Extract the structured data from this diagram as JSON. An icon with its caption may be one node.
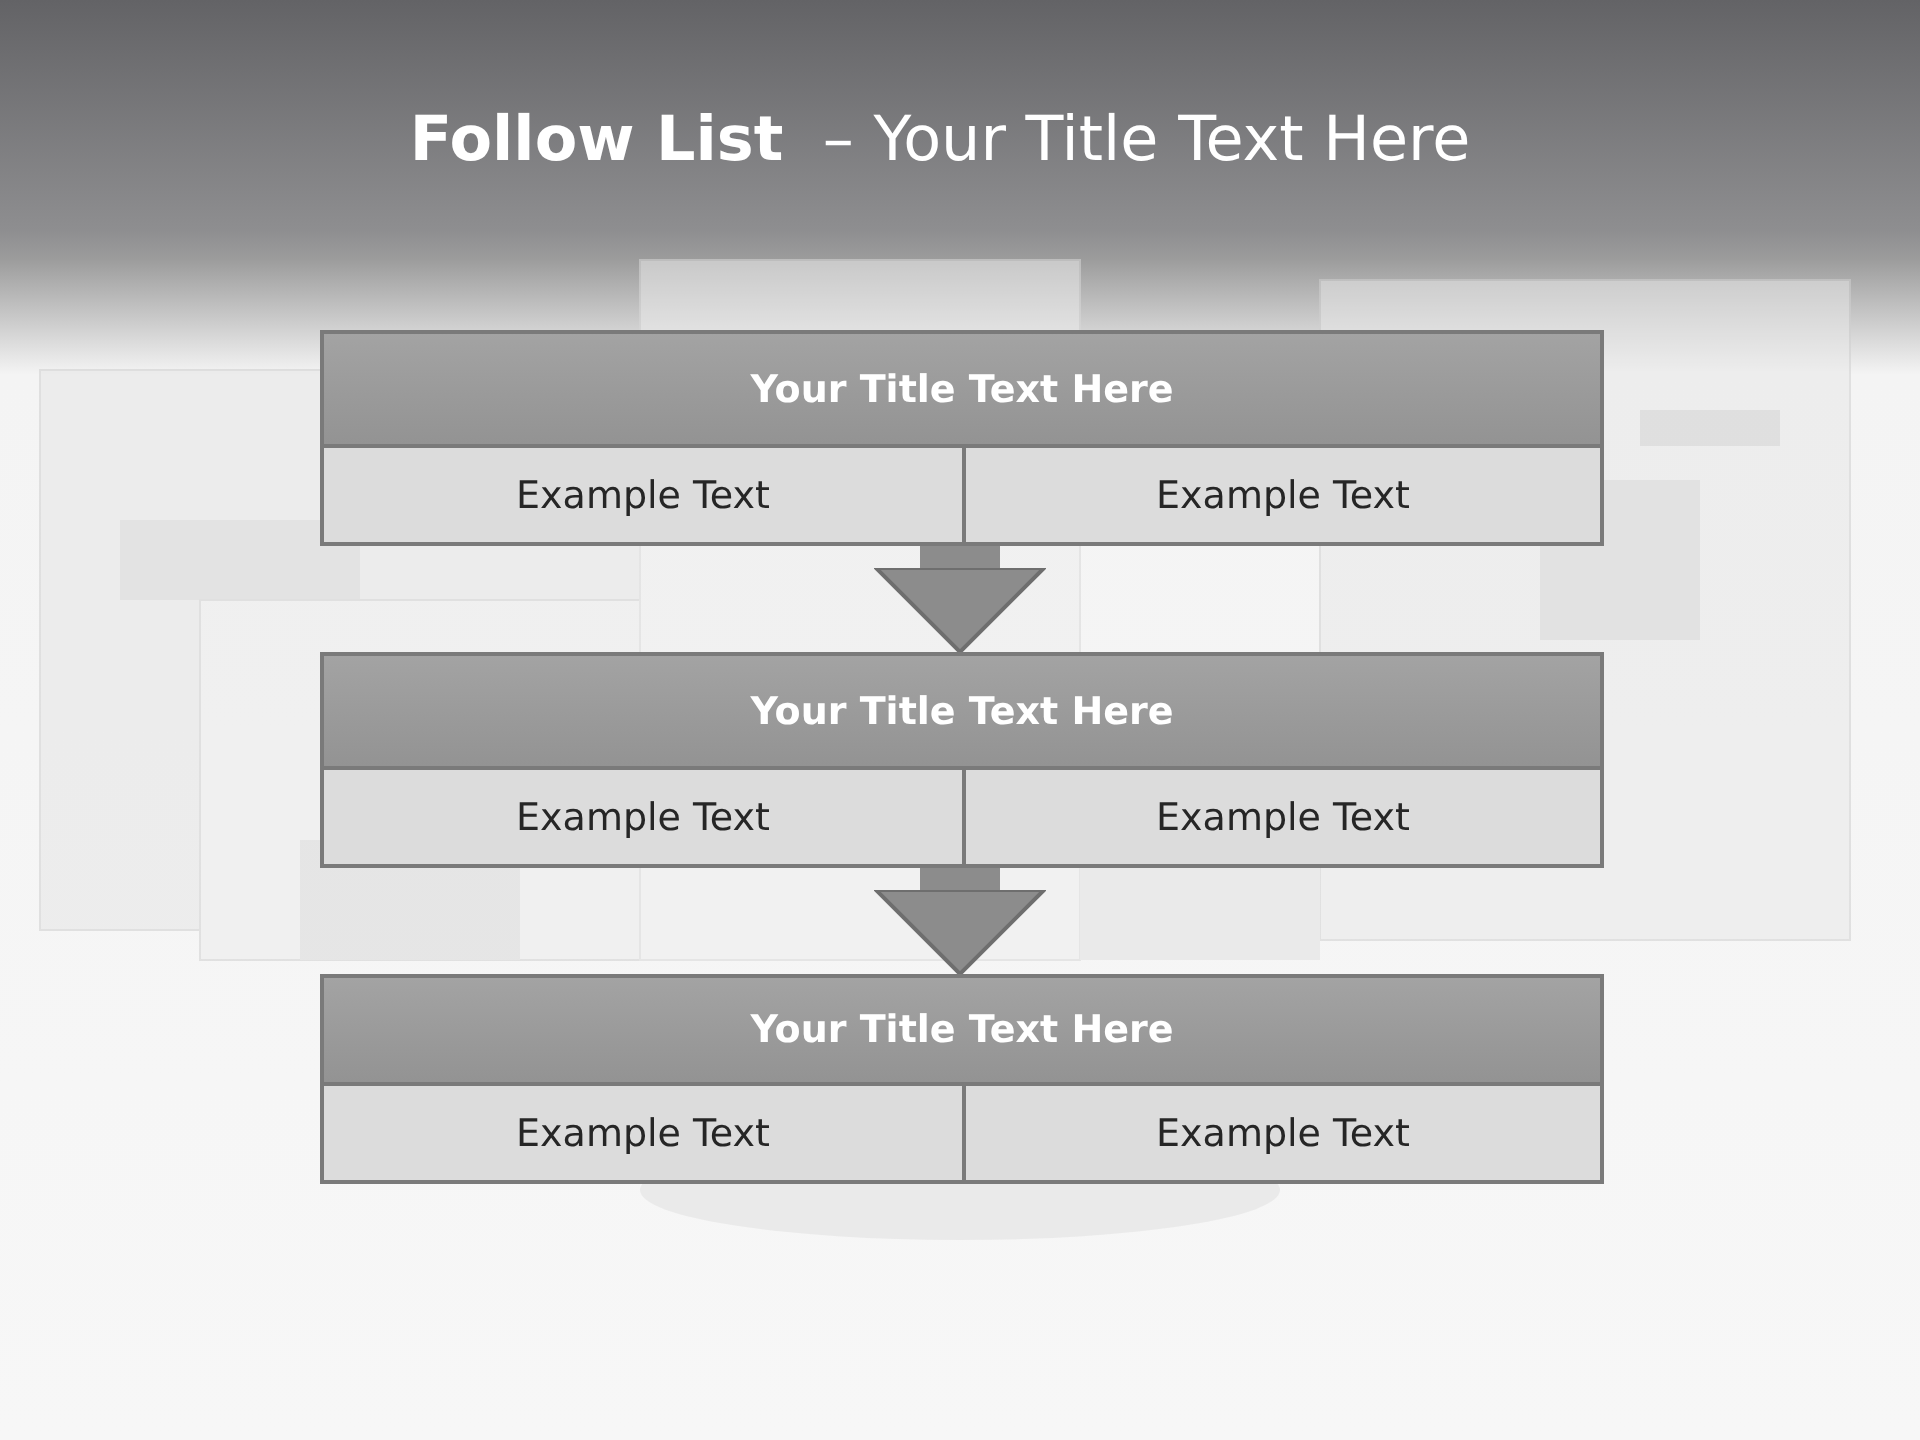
{
  "diagram": {
    "title": "**Follow List**  – Your Title Text Here",
    "nodes": [
      {
        "text": [],
        "shape": "box"
      },
      {
        "text": [
          "Your Title Text Here"
        ],
        "in": 0
      },
      {
        "text": [
          "Example Text"
        ],
        "in": 0
      },
      {
        "text": [
          "Example Text"
        ],
        "in": 0
      },
      {
        "text": [],
        "shape": "box"
      },
      {
        "text": [
          "Your Title Text Here"
        ],
        "in": 4
      },
      {
        "text": [
          "Example Text"
        ],
        "in": 4
      },
      {
        "text": [
          "Example Text"
        ],
        "in": 4
      },
      {
        "text": [],
        "shape": "box"
      },
      {
        "text": [
          "Your Title Text Here"
        ],
        "in": 8
      },
      {
        "text": [
          "Example Text"
        ],
        "in": 8
      },
      {
        "text": [
          "Example Text"
        ],
        "in": 8
      }
    ],
    "edges": [
      {
        "from": 0,
        "to": 4,
        "arrow": "to"
      },
      {
        "from": 4,
        "to": 8,
        "arrow": "to"
      }
    ]
  }
}
